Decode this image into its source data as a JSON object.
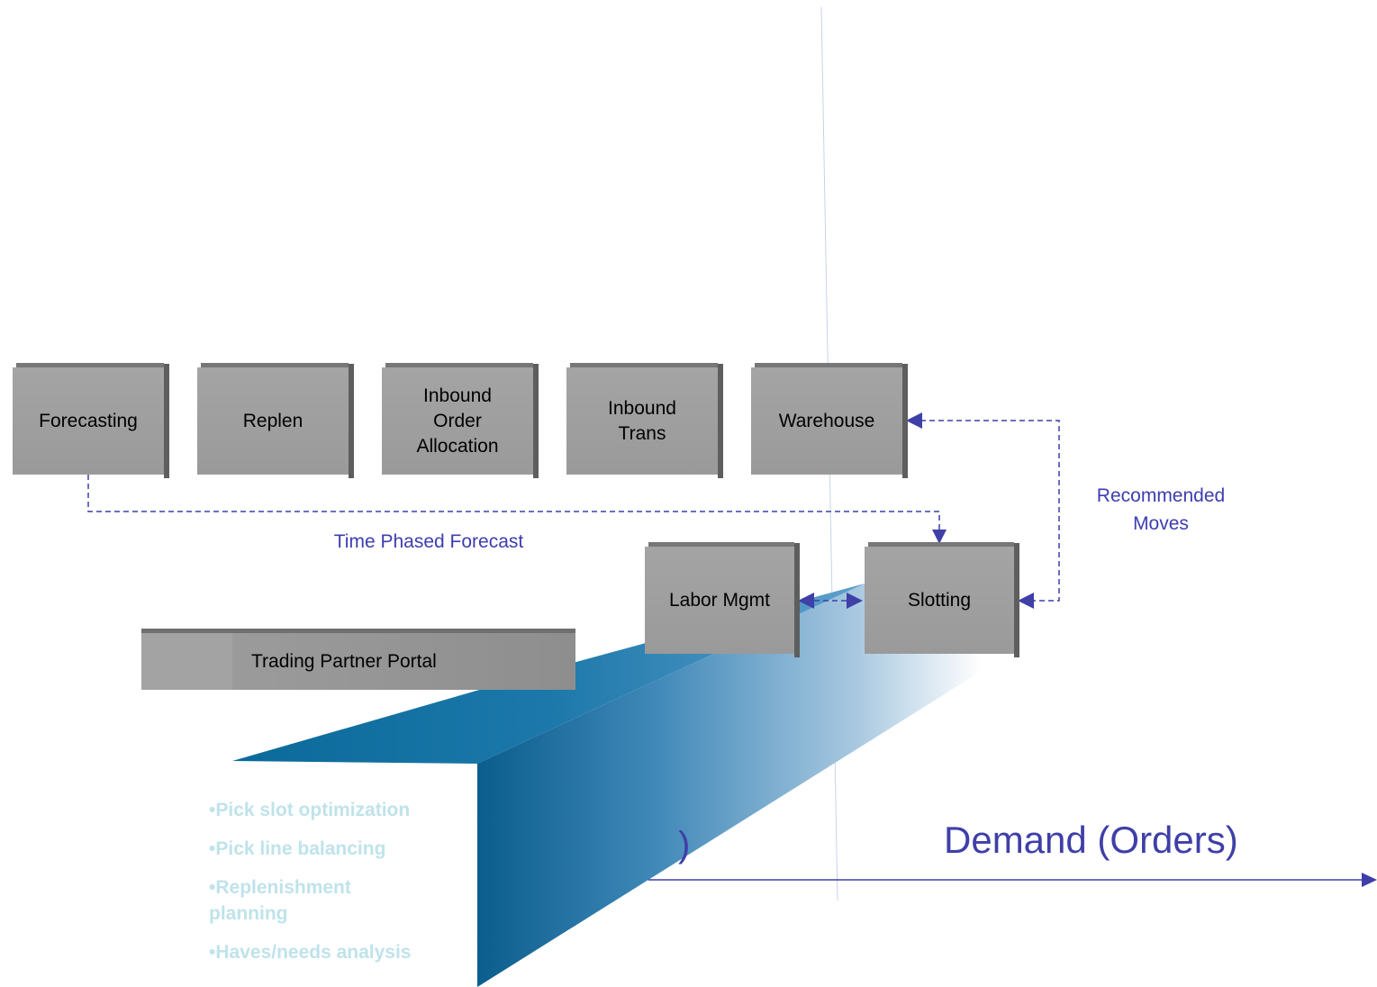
{
  "boxes": {
    "forecasting": "Forecasting",
    "replen": "Replen",
    "inbound_order_allocation": [
      "Inbound",
      "Order",
      "Allocation"
    ],
    "inbound_trans": [
      "Inbound",
      "Trans"
    ],
    "warehouse": "Warehouse",
    "labor_mgmt": "Labor Mgmt",
    "slotting": "Slotting",
    "trading_partner_portal": "Trading Partner Portal"
  },
  "flow_labels": {
    "time_phased_forecast": "Time Phased Forecast",
    "recommended_moves": [
      "Recommended",
      "Moves"
    ]
  },
  "axis": {
    "demand_label": "Demand (Orders)",
    "partial_glyph": ")"
  },
  "bullets": [
    "•Pick slot optimization",
    "•Pick line balancing",
    "•Replenishment planning",
    "•Haves/needs analysis"
  ],
  "colors": {
    "box_fill": "#a4a4a4",
    "connector": "#3f3fa8",
    "bullet_text": "#bfe3ea",
    "arrow_dark": "#0a5d8c"
  }
}
